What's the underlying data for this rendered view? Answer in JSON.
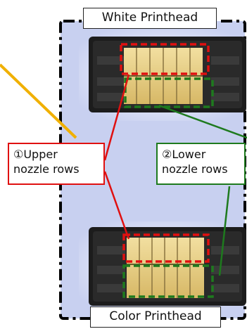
{
  "diagram": {
    "top_label": "White Printhead",
    "bottom_label": "Color Printhead",
    "upper_callout": {
      "line1": "①Upper",
      "line2": "nozzle rows"
    },
    "lower_callout": {
      "line1": "②Lower",
      "line2": "nozzle rows"
    }
  },
  "colors": {
    "panel_fill": "#c8d0f0",
    "panel_border": "#000000",
    "upper_highlight": "#e01010",
    "lower_highlight": "#1e7a1e",
    "pointer": "#f0b000",
    "nozzle_gold": "#e8cf82",
    "printhead_body": "#1c1c1c"
  }
}
